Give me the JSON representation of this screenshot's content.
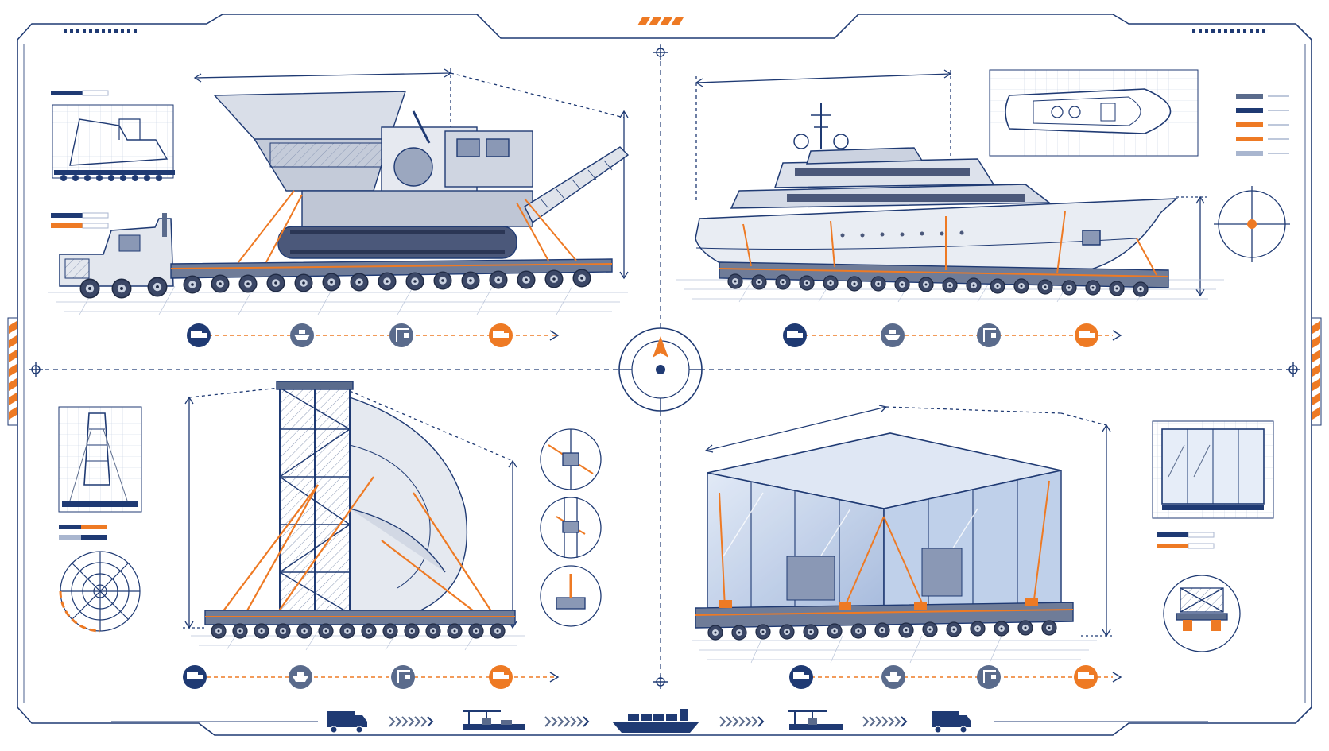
{
  "colors": {
    "navy": "#1f3a73",
    "steel": "#5a6b8c",
    "light": "#a9b6cf",
    "orange": "#ee7a24",
    "glass": "#c9d8ef",
    "paper": "#ffffff"
  },
  "panels": [
    {
      "id": "crusher",
      "subject": "mobile-crusher-on-multi-axle-trailer",
      "process_icons": [
        "truck-icon",
        "ship-icon",
        "crane-icon",
        "truck-icon"
      ],
      "legend_bars": 2
    },
    {
      "id": "yacht",
      "subject": "yacht-on-modular-transporter",
      "process_icons": [
        "truck-icon",
        "ship-icon",
        "crane-icon",
        "truck-icon"
      ],
      "legend_bars": 5
    },
    {
      "id": "tower",
      "subject": "framed-tower-module-on-transporter",
      "process_icons": [
        "truck-icon",
        "ship-icon",
        "crane-icon",
        "truck-icon"
      ],
      "legend_bars": 2
    },
    {
      "id": "glass-module",
      "subject": "glass-enclosure-module-on-transporter",
      "process_icons": [
        "truck-icon",
        "ship-icon",
        "crane-icon",
        "truck-icon"
      ],
      "legend_bars": 2
    }
  ],
  "bottom_sequence": [
    "truck-icon",
    "crane-icon",
    "cargo-ship-icon",
    "crane-icon",
    "truck-icon"
  ]
}
